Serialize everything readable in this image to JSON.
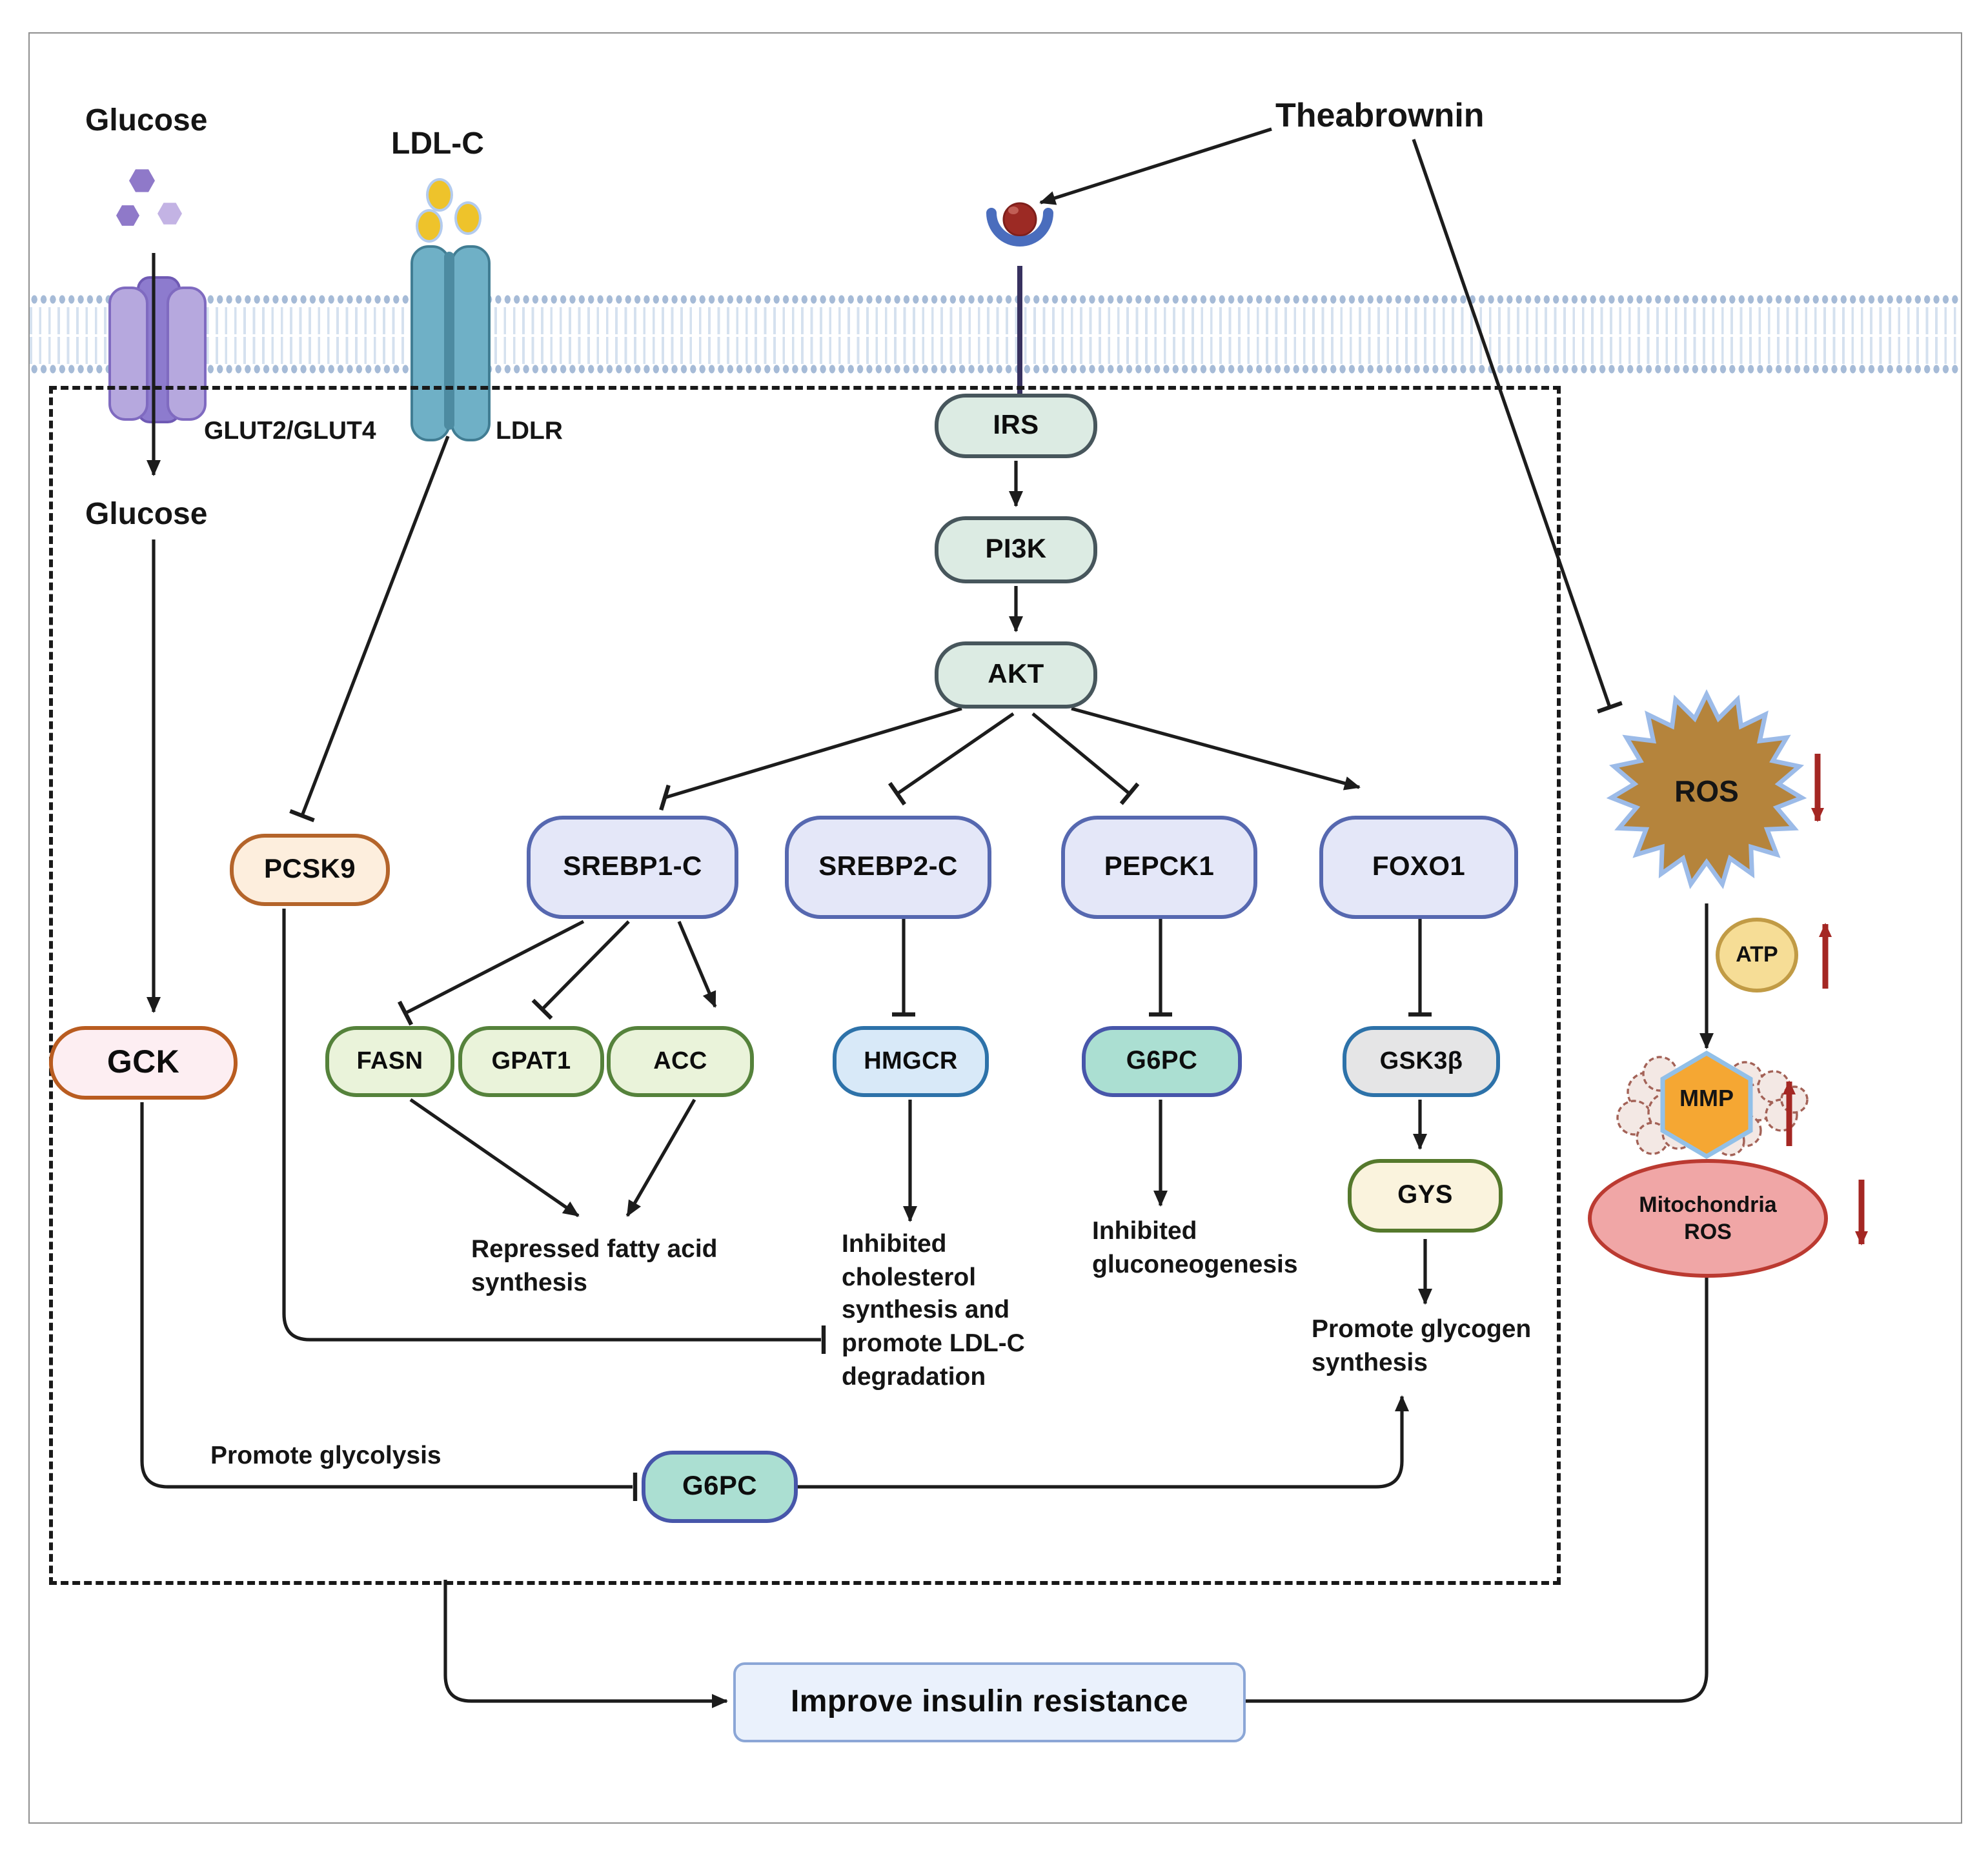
{
  "compound": {
    "name": "Theabrownin"
  },
  "extracellular": {
    "glucose_label": "Glucose",
    "ldl_label": "LDL-C"
  },
  "membrane": {
    "glut_label": "GLUT2/GLUT4",
    "ldlr_label": "LDLR"
  },
  "cytoplasm": {
    "glucose_label": "Glucose"
  },
  "signaling": {
    "irs": "IRS",
    "pi3k": "PI3K",
    "akt": "AKT"
  },
  "targets": {
    "pcsk9": "PCSK9",
    "srebp1c": "SREBP1-C",
    "srebp2c": "SREBP2-C",
    "pepck1": "PEPCK1",
    "foxo1": "FOXO1"
  },
  "enzymes": {
    "gck": "GCK",
    "fasn": "FASN",
    "gpat1": "GPAT1",
    "acc": "ACC",
    "hmgcr": "HMGCR",
    "g6pc_upper": "G6PC",
    "gsk3b": "GSK3β",
    "gys": "GYS",
    "g6pc_lower": "G6PC"
  },
  "outcomes": {
    "fatty_acid": "Repressed fatty acid synthesis",
    "cholesterol": "Inhibited cholesterol synthesis and promote LDL-C degradation",
    "gluconeogenesis": "Inhibited gluconeogenesis",
    "glycogen": "Promote glycogen synthesis",
    "glycolysis": "Promote glycolysis",
    "final": "Improve insulin resistance"
  },
  "mitochondrial_panel": {
    "ros": "ROS",
    "atp": "ATP",
    "mmp": "MMP",
    "mito_ros": "Mitochondria ROS",
    "trends": {
      "ros": "down",
      "atp": "up",
      "mmp": "up",
      "mito_ros": "down"
    }
  },
  "colors": {
    "node_signaling": "#dcebe3",
    "node_target": "#e4e7f8",
    "node_pcsk9": "#fdeedd",
    "node_gck": "#fdeef2",
    "node_green": "#eaf3da",
    "node_hmgcr": "#d8e9f8",
    "node_g6pc": "#abdfd2",
    "node_gys": "#faf3dd",
    "outcome_box": "#eaf1fc",
    "ros_star": "#b5843c",
    "atp": "#f6dd96",
    "mmp_hex": "#f5a733",
    "mito_ros": "#f0a6a6",
    "trend_arrow": "#a42723",
    "membrane_heads": "#a6bbd7",
    "glut": "#8d7bce",
    "ldlr": "#6fb0c6",
    "receptor": "#4a6dbd",
    "ligand": "#9c2a24"
  }
}
